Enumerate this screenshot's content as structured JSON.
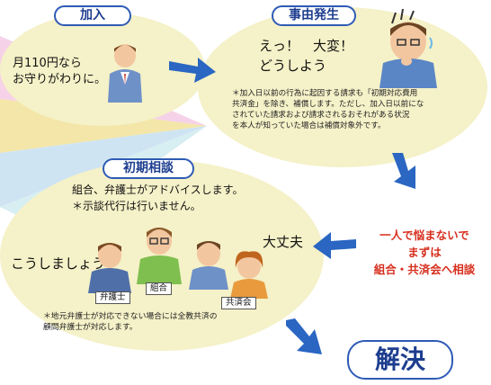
{
  "step1": {
    "label": "加入",
    "text": "月110円なら\nお守りがわりに。"
  },
  "step2": {
    "label": "事由発生",
    "exclaim": "えっ！　大変！\nどうしよう",
    "note": "＊加入日以前の行為に起因する請求も「初期対応費用\n共済金」を除き、補償します。ただし、加入日以前にな\nされていた請求および請求されるおそれがある状況\nを本人が知っていた場合は補償対象外です。"
  },
  "step3": {
    "label": "初期相談",
    "advice": "組合、弁護士がアドバイスします。\n＊示談代行は行いません。",
    "speech_left": "こうしましょう",
    "speech_right": "大丈夫",
    "tags": [
      "弁護士",
      "組合",
      "共済会"
    ],
    "note": "＊地元弁護士が対応できない場合には全教共済の\n顧問弁護士が対応します。"
  },
  "callout": {
    "text": "一人で悩まないで\nまずは\n組合・共済会へ相談",
    "color": "#d7301f"
  },
  "result": {
    "label": "解決"
  },
  "colors": {
    "accent": "#2e5bb5",
    "bubble": "#f5f1c8"
  }
}
